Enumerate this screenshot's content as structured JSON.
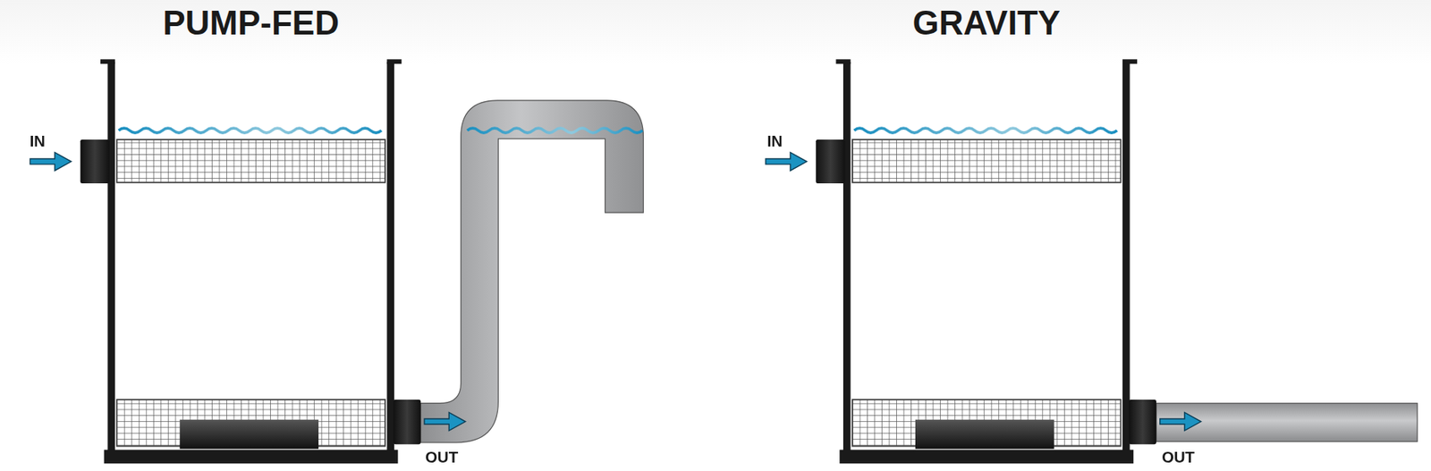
{
  "diagram": {
    "labels": [
      "PUMP-FED",
      "IN",
      "OUT",
      "GRAVITY",
      "IN",
      "OUT"
    ]
  }
}
